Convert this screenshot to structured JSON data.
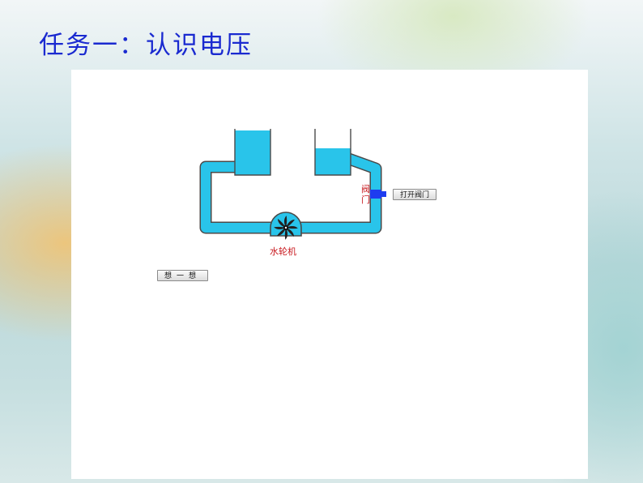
{
  "slide": {
    "title": "任务一：认识电压"
  },
  "diagram": {
    "valve_label": "阀门",
    "waterwheel_label": "水轮机",
    "colors": {
      "water": "#29c4ea",
      "pipe_outline": "#4a4a4a",
      "valve": "#1e3cf0",
      "label": "#c8181e"
    }
  },
  "buttons": {
    "open_valve": "打开阀门",
    "think": "想一想"
  }
}
